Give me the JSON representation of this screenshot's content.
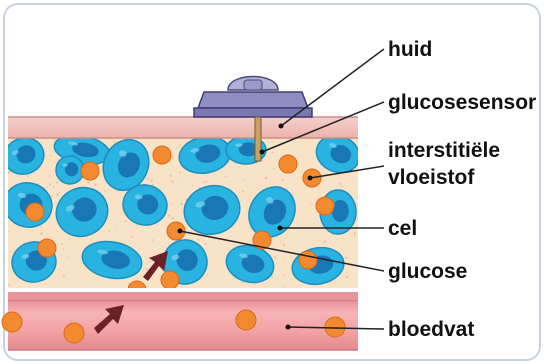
{
  "labels": {
    "skin": "huid",
    "sensor": "glucosesensor",
    "interstitial_line1": "interstitiële",
    "interstitial_line2": "vloeistof",
    "cell": "cel",
    "glucose": "glucose",
    "blood_vessel": "bloedvat"
  },
  "colors": {
    "skin": "#f0c2bb",
    "interstitial_fluid": "#f8e3c7",
    "cell": "#29b3e0",
    "cell_nucleus": "#1a77b6",
    "glucose": "#f48a30",
    "blood_vessel": "#f2a4a6",
    "sensor_body": "#8f8cc4",
    "arrow": "#6a2227"
  }
}
